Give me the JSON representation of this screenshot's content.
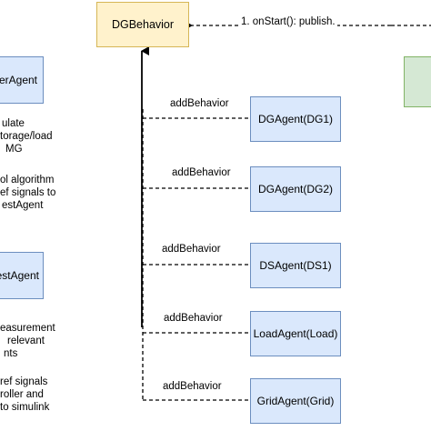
{
  "diagram": {
    "hub": {
      "label": "DGBehavior"
    },
    "publish_edge": {
      "label": "1. onStart(): publish."
    },
    "agents": [
      {
        "label": "DGAgent(DG1)",
        "edge_label": "addBehavior"
      },
      {
        "label": "DGAgent(DG2)",
        "edge_label": "addBehavior"
      },
      {
        "label": "DSAgent(DS1)",
        "edge_label": "addBehavior"
      },
      {
        "label": "LoadAgent(Load)",
        "edge_label": "addBehavior"
      },
      {
        "label": "GridAgent(Grid)",
        "edge_label": "addBehavior"
      }
    ],
    "left_column": {
      "agent_top": {
        "label": "erAgent"
      },
      "agent_bottom": {
        "label": "estAgent"
      },
      "notes": [
        [
          "ulate",
          "torage/load",
          "MG"
        ],
        [
          "ol algorithm",
          "ef signals to",
          "estAgent"
        ],
        [
          "easurement",
          "relevant",
          "nts"
        ],
        [
          "ref signals",
          "roller and",
          "to simulink"
        ]
      ]
    },
    "colors": {
      "agent_fill": "#dae8fc",
      "agent_stroke": "#6c8ebf",
      "hub_fill": "#fff2cc",
      "hub_stroke": "#d6b656",
      "external_fill": "#d5e8d4",
      "external_stroke": "#82b366",
      "line": "#000000"
    }
  }
}
